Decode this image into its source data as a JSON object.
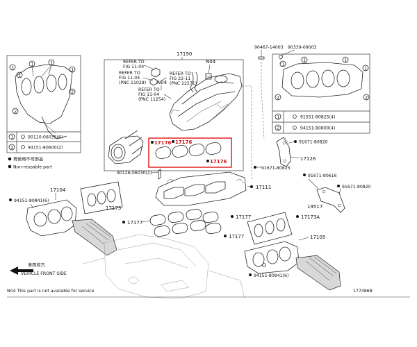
{
  "labels": {
    "p17190": "17190",
    "p90467": "90467-14003",
    "p90339": "90339-09003",
    "refer1": "REFER TO",
    "refer1b": "FIG 11-04",
    "refer2": "REFER TO",
    "refer2b": "FIG 11-04",
    "refer2c": "(PNC 11028)",
    "refer3": "REFER TO",
    "refer3b": "FIG 22-11",
    "refer3c": "(PNC 22271)",
    "refer4": "REFER TO",
    "refer4b": "FIG 11-04",
    "refer4c": "(PNC 11254)",
    "n04a": "N04",
    "n04b": "N04",
    "p17176a": "17176",
    "p17176b": "17176",
    "p17176c": "17176",
    "p90126": "90126-06030(2)",
    "p91671a": "91671-80825",
    "p17126": "17126",
    "p91671b": "91671-80616",
    "p91671c": "91671-80820",
    "p17104": "17104",
    "p94151a": "94151-80841(6)",
    "p17173": "17173",
    "p17111": "17111",
    "p19517": "19517",
    "p17177a": "17177",
    "p17177b": "17177",
    "p17177c": "17177",
    "p17173a": "17173A",
    "p17105": "17105",
    "p94151b": "94151-80841(6)",
    "drawing_no": "177486B"
  },
  "legend_left": {
    "row1_num": "1",
    "row1_part": "90110-06035(6)",
    "row2_num": "2",
    "row2_part": "94151-80600(2)",
    "note_cn": "再使用不可部品",
    "note_en": "Non-reusable part"
  },
  "legend_right": {
    "row1_num": "1",
    "row1_part": "91551-80825(4)",
    "row2_num": "2",
    "row2_part": "94151-80800(4)"
  },
  "circle_numbers": {
    "one": "1",
    "two": "2"
  },
  "front_cn": "車両前方",
  "front_en": "VEHICLE FRONT SIDE",
  "footnote": "N04 This part is not available for service"
}
